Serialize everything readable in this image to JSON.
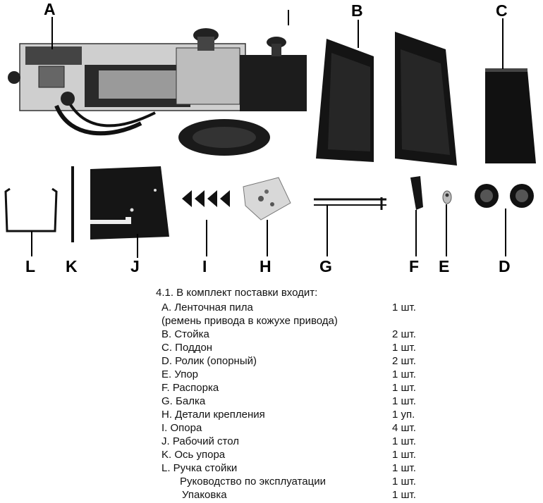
{
  "figure": {
    "letters": [
      "A",
      "B",
      "C",
      "L",
      "K",
      "J",
      "I",
      "H",
      "G",
      "F",
      "E",
      "D"
    ]
  },
  "list": {
    "heading": "4.1. В комплект поставки входит:",
    "items": [
      {
        "name": "A. Ленточная пила",
        "qty": "1 шт."
      },
      {
        "name": "(ремень привода в кожухе привода)",
        "qty": ""
      },
      {
        "name": "B.  Стойка",
        "qty": "2 шт."
      },
      {
        "name": "C.  Поддон",
        "qty": "1 шт."
      },
      {
        "name": "D. Ролик (опорный)",
        "qty": "2 шт."
      },
      {
        "name": "E.  Упор",
        "qty": "1 шт."
      },
      {
        "name": "F. Распорка",
        "qty": "1 шт."
      },
      {
        "name": "G. Балка",
        "qty": "1 шт."
      },
      {
        "name": "H. Детали крепления",
        "qty": "1 уп."
      },
      {
        "name": "I.  Опора",
        "qty": "4 шт."
      },
      {
        "name": "J.  Рабочий стол",
        "qty": "1 шт."
      },
      {
        "name": "K. Ось  упора",
        "qty": "1 шт."
      },
      {
        "name": "L.  Ручка стойки",
        "qty": "1 шт."
      },
      {
        "name": "Руководство по эксплуатации",
        "qty": "1 шт."
      },
      {
        "name": "Упаковка",
        "qty": "1 шт."
      }
    ]
  }
}
